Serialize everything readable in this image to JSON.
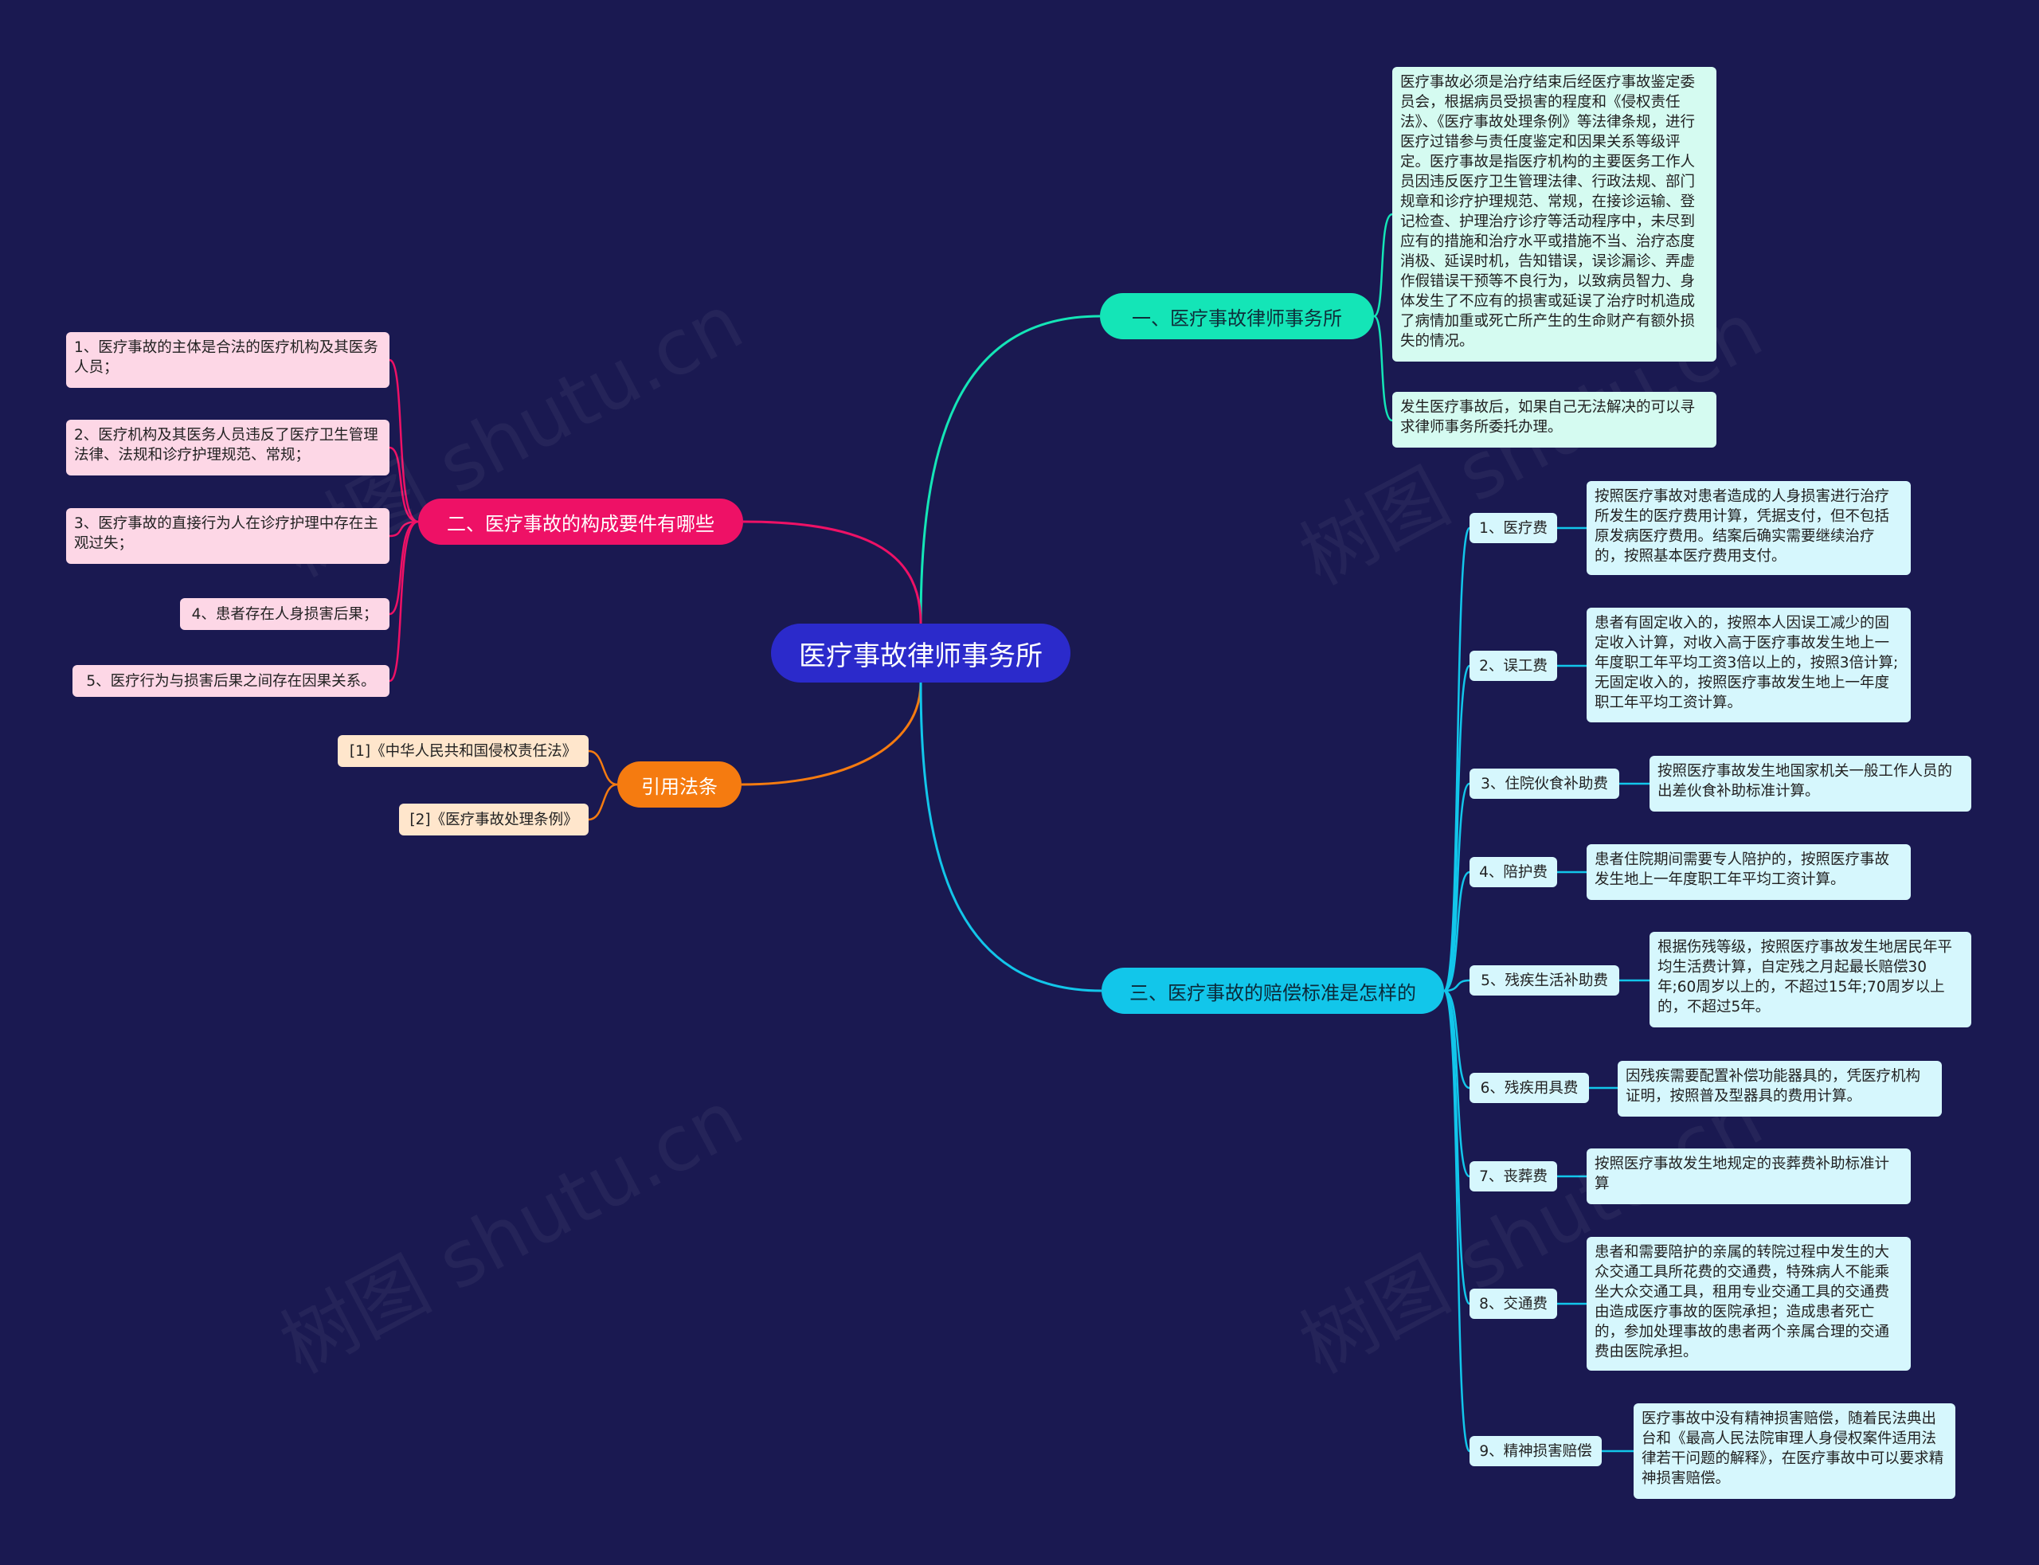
{
  "root": "医疗事故律师事务所",
  "watermark": "树图 shutu.cn",
  "branches": {
    "b1": {
      "title": "一、医疗事故律师事务所",
      "leaves": [
        "医疗事故必须是治疗结束后经医疗事故鉴定委员会，根据病员受损害的程度和《侵权责任法》、《医疗事故处理条例》等法律条规，进行医疗过错参与责任度鉴定和因果关系等级评定。医疗事故是指医疗机构的主要医务工作人员因违反医疗卫生管理法律、行政法规、部门规章和诊疗护理规范、常规，在接诊运输、登记检查、护理治疗诊疗等活动程序中，未尽到应有的措施和治疗水平或措施不当、治疗态度消极、延误时机，告知错误，误诊漏诊、弄虚作假错误干预等不良行为，以致病员智力、身体发生了不应有的损害或延误了治疗时机造成了病情加重或死亡所产生的生命财产有额外损失的情况。",
        "发生医疗事故后，如果自己无法解决的可以寻求律师事务所委托办理。"
      ]
    },
    "b2": {
      "title": "二、医疗事故的构成要件有哪些",
      "leaves": [
        "1、医疗事故的主体是合法的医疗机构及其医务人员；",
        "2、医疗机构及其医务人员违反了医疗卫生管理法律、法规和诊疗护理规范、常规；",
        "3、医疗事故的直接行为人在诊疗护理中存在主观过失；",
        "4、患者存在人身损害后果；",
        "5、医疗行为与损害后果之间存在因果关系。"
      ]
    },
    "b3": {
      "title": "引用法条",
      "leaves": [
        "[1]《中华人民共和国侵权责任法》",
        "[2]《医疗事故处理条例》"
      ]
    },
    "b4": {
      "title": "三、医疗事故的赔偿标准是怎样的",
      "items": [
        {
          "label": "1、医疗费",
          "desc": "按照医疗事故对患者造成的人身损害进行治疗所发生的医疗费用计算，凭据支付，但不包括原发病医疗费用。结案后确实需要继续治疗的，按照基本医疗费用支付。"
        },
        {
          "label": "2、误工费",
          "desc": "患者有固定收入的，按照本人因误工减少的固定收入计算，对收入高于医疗事故发生地上一年度职工年平均工资3倍以上的，按照3倍计算;无固定收入的，按照医疗事故发生地上一年度职工年平均工资计算。"
        },
        {
          "label": "3、住院伙食补助费",
          "desc": "按照医疗事故发生地国家机关一般工作人员的出差伙食补助标准计算。"
        },
        {
          "label": "4、陪护费",
          "desc": "患者住院期间需要专人陪护的，按照医疗事故发生地上一年度职工年平均工资计算。"
        },
        {
          "label": "5、残疾生活补助费",
          "desc": "根据伤残等级，按照医疗事故发生地居民年平均生活费计算，自定残之月起最长赔偿30年;60周岁以上的，不超过15年;70周岁以上的，不超过5年。"
        },
        {
          "label": "6、残疾用具费",
          "desc": "因残疾需要配置补偿功能器具的，凭医疗机构证明，按照普及型器具的费用计算。"
        },
        {
          "label": "7、丧葬费",
          "desc": "按照医疗事故发生地规定的丧葬费补助标准计算"
        },
        {
          "label": "8、交通费",
          "desc": "患者和需要陪护的亲属的转院过程中发生的大众交通工具所花费的交通费，特殊病人不能乘坐大众交通工具，租用专业交通工具的交通费由造成医疗事故的医院承担；造成患者死亡的，参加处理事故的患者两个亲属合理的交通费由医院承担。"
        },
        {
          "label": "9、精神损害赔偿",
          "desc": "医疗事故中没有精神损害赔偿，随着民法典出台和《最高人民法院审理人身侵权案件适用法律若干问题的解释》，在医疗事故中可以要求精神损害赔偿。"
        }
      ]
    }
  },
  "colors": {
    "background": "#1a1951",
    "root": "#2b2acb",
    "branch1": "#14e5b7",
    "branch2": "#ee1166",
    "branch3": "#f57b10",
    "branch4": "#12c6ea"
  }
}
